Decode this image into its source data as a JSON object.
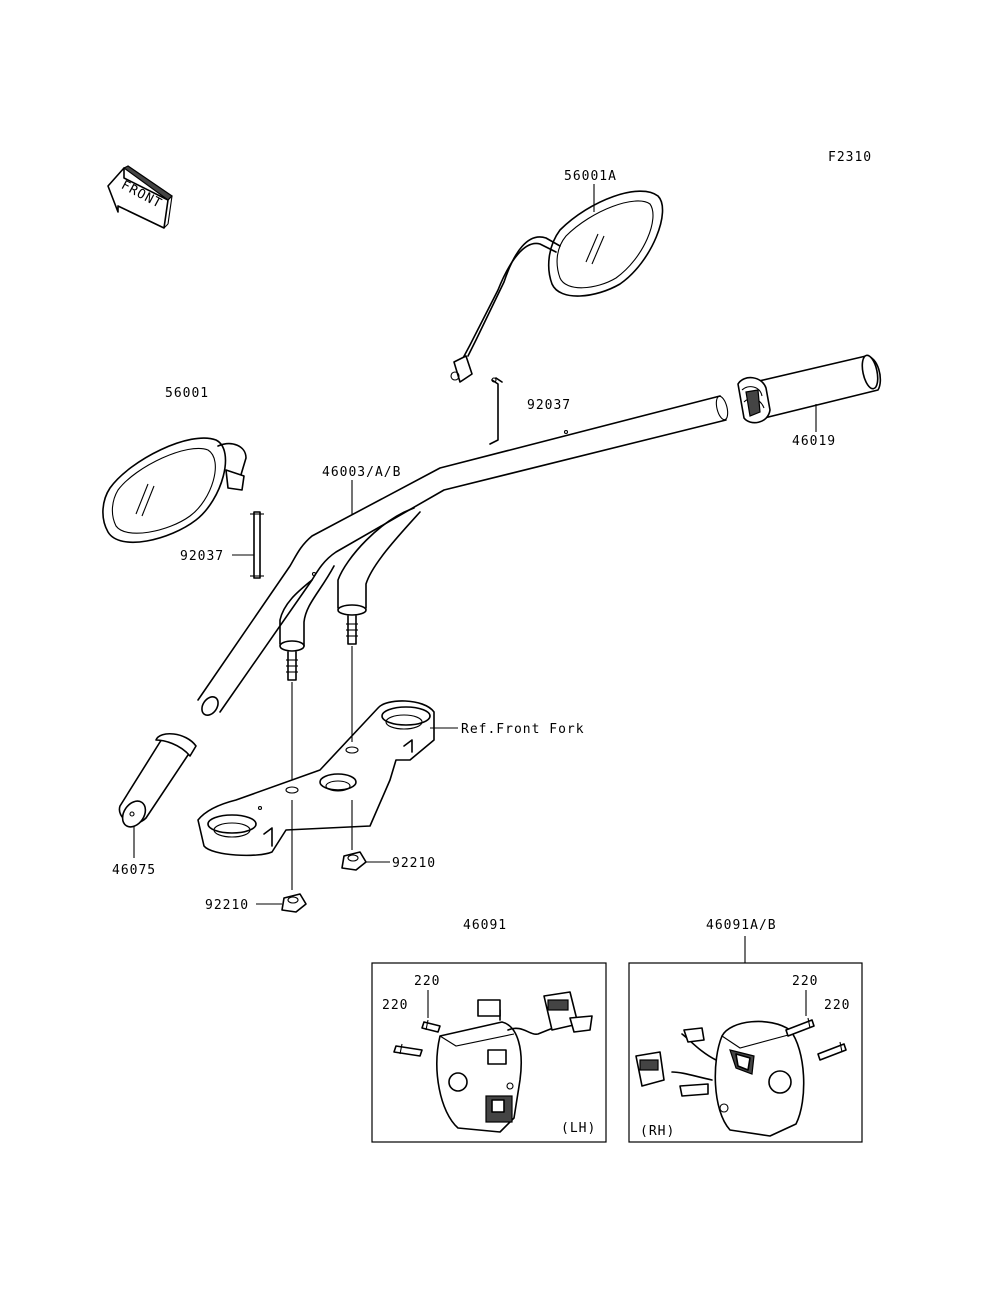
{
  "figure_code": "F2310",
  "direction_label": "FRONT",
  "reference_label": "Ref.Front Fork",
  "parts": {
    "mirror_right": "56001A",
    "mirror_left": "56001",
    "clamp_top": "92037",
    "clamp_left": "92037",
    "handlebar": "46003/A/B",
    "grip_right": "46019",
    "grip_left": "46075",
    "nut_right": "92210",
    "nut_left": "92210",
    "switch_left": "46091",
    "switch_right": "46091A/B"
  },
  "switch_left_box": {
    "screw_a": "220",
    "screw_b": "220",
    "side": "(LH)"
  },
  "switch_right_box": {
    "screw_a": "220",
    "screw_b": "220",
    "side": "(RH)"
  }
}
